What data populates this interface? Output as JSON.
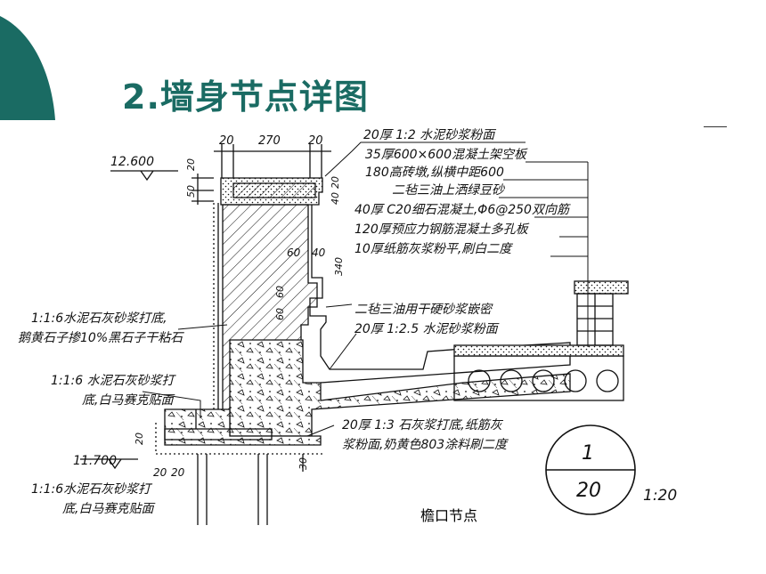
{
  "slide_title": "2.墙身节点详图",
  "caption": "檐口节点",
  "dimensions": {
    "top_left": "20",
    "top_mid": "270",
    "top_right": "20",
    "left_a": "50",
    "left_b": "20",
    "right_a": "20",
    "right_b": "40",
    "notch_w1": "60",
    "notch_w2": "40",
    "notch_h1": "340",
    "notch_h2": "60",
    "notch_h3": "60",
    "lower_a": "20",
    "lower_b": "20",
    "lower_c": "30",
    "bottom_left": "20"
  },
  "elevations": {
    "top": "12.600",
    "bottom": "11.700"
  },
  "roof_layers": [
    "20厚 1:2 水泥砂浆粉面",
    "35厚600×600混凝土架空板",
    "180高砖墩,纵横中距600",
    "二毡三油上洒绿豆砂",
    "40厚 C20细石混凝土,Φ6@250双向筋",
    "120厚预应力钢筋混凝土多孔板",
    "10厚纸筋灰浆粉平,刷白二度"
  ],
  "notes": {
    "joint": "二毡三油用干硬砂浆嵌密",
    "gutter_plaster": "20厚 1:2.5 水泥砂浆粉面",
    "parapet_line1": "1:1:6水泥石灰砂浆打底,",
    "parapet_line2": "鹅黄石子掺10%黑石子干粘石",
    "mosaic_line1": "1:1:6 水泥石灰砂浆打",
    "mosaic_line2": "底,白马赛克贴面",
    "ceiling_line1": "20厚 1:3 石灰浆打底,纸筋灰",
    "ceiling_line2": "浆粉面,奶黄色803涂料刷二度",
    "lower_line1": "1:1:6水泥石灰砂浆打",
    "lower_line2": "底,白马赛克贴面"
  },
  "detail_symbol": {
    "number": "1",
    "sheet": "20",
    "scale": "1:20"
  },
  "colors": {
    "accent": "#1a6b63",
    "line": "#111111"
  }
}
